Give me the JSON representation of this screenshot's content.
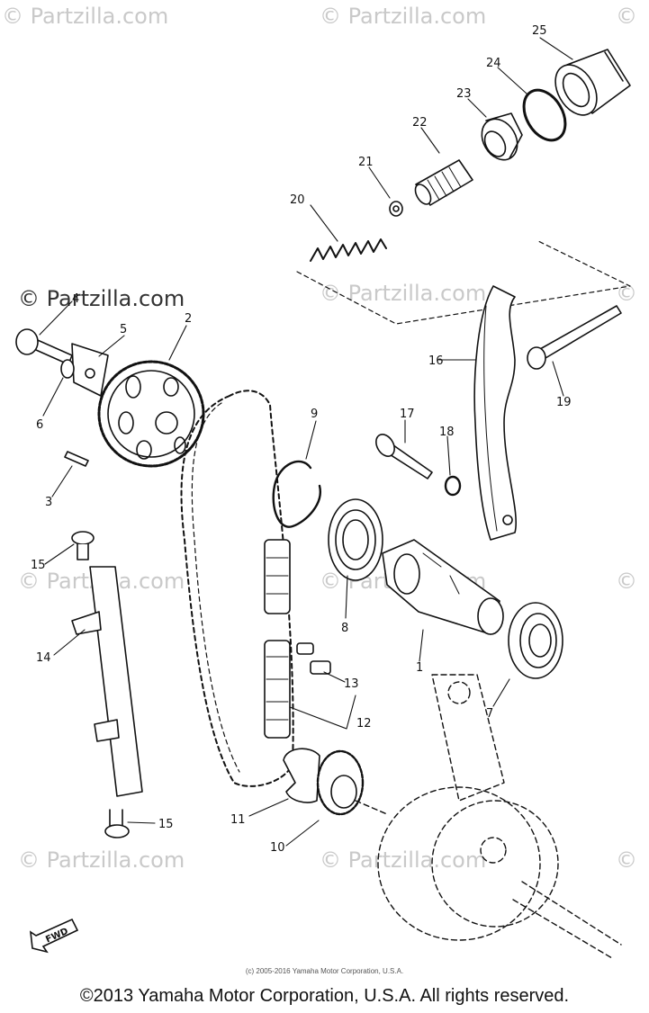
{
  "watermark": {
    "text": "© Partzilla.com",
    "dark_text": "© Partzilla.com"
  },
  "part_labels": {
    "p1": "1",
    "p2": "2",
    "p3": "3",
    "p4": "4",
    "p5": "5",
    "p6": "6",
    "p7": "7",
    "p8": "8",
    "p9": "9",
    "p10": "10",
    "p11": "11",
    "p12": "12",
    "p13": "13",
    "p14": "14",
    "p15a": "15",
    "p15b": "15",
    "p16": "16",
    "p17": "17",
    "p18": "18",
    "p19": "19",
    "p20": "20",
    "p21": "21",
    "p22": "22",
    "p23": "23",
    "p24": "24",
    "p25": "25"
  },
  "fwd_label": "FWD",
  "footer": {
    "small_copyright": "(c) 2005-2016 Yamaha Motor Corporation, U.S.A.",
    "copyright": "©2013 Yamaha Motor Corporation, U.S.A. All rights reserved."
  },
  "colors": {
    "line": "#111111",
    "watermark": "#c9c9c9"
  }
}
